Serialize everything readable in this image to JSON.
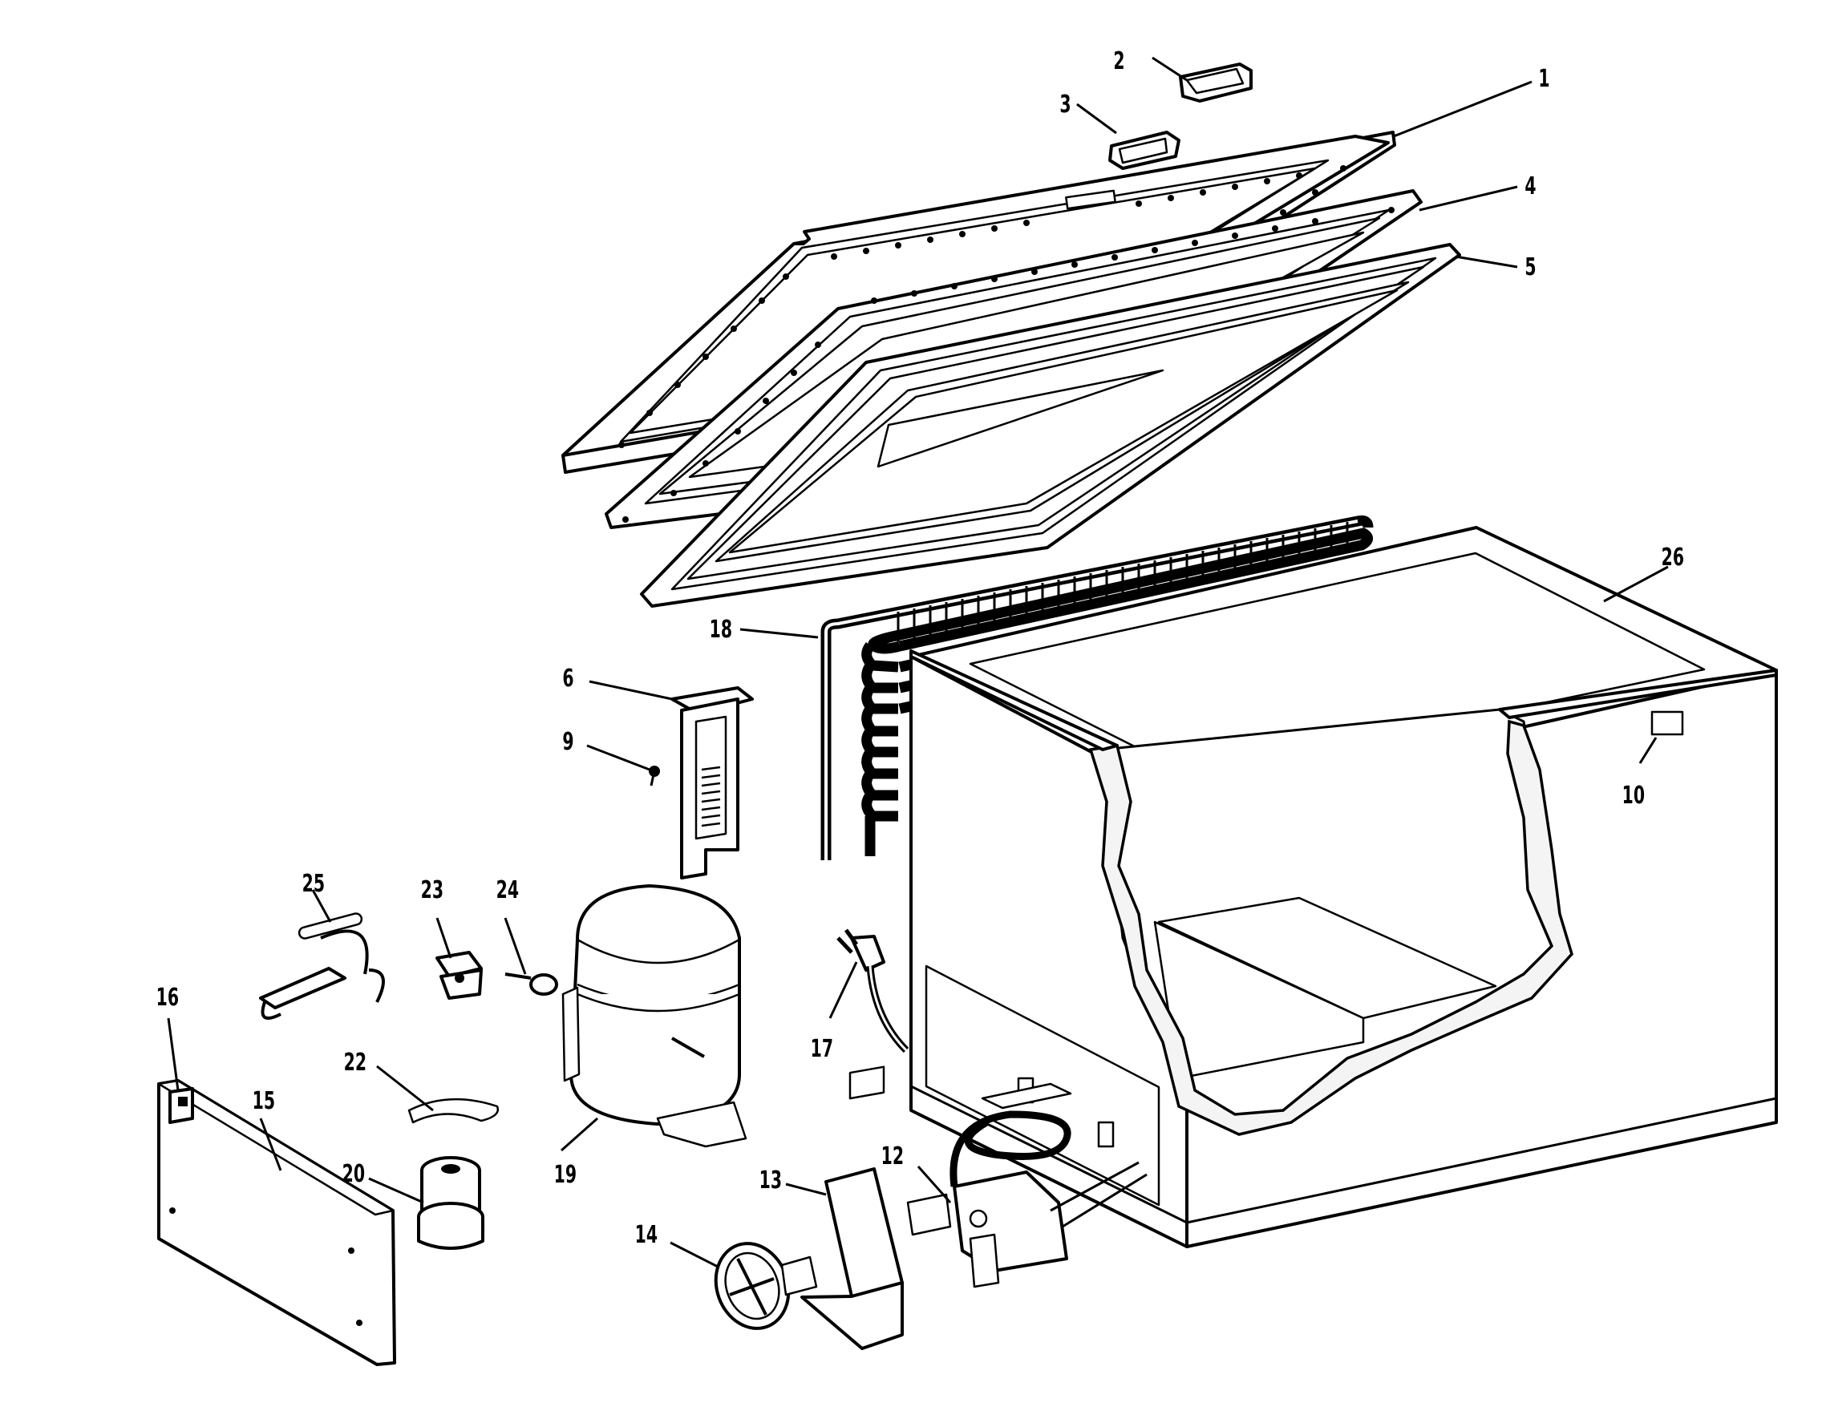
{
  "diagram": {
    "type": "exploded-parts-view",
    "callouts": [
      {
        "id": "1",
        "label": "1"
      },
      {
        "id": "2",
        "label": "2"
      },
      {
        "id": "3",
        "label": "3"
      },
      {
        "id": "4",
        "label": "4"
      },
      {
        "id": "5",
        "label": "5"
      },
      {
        "id": "6",
        "label": "6"
      },
      {
        "id": "9",
        "label": "9"
      },
      {
        "id": "10",
        "label": "10"
      },
      {
        "id": "12",
        "label": "12"
      },
      {
        "id": "13",
        "label": "13"
      },
      {
        "id": "14",
        "label": "14"
      },
      {
        "id": "15",
        "label": "15"
      },
      {
        "id": "16",
        "label": "16"
      },
      {
        "id": "17",
        "label": "17"
      },
      {
        "id": "18",
        "label": "18"
      },
      {
        "id": "19",
        "label": "19"
      },
      {
        "id": "20",
        "label": "20"
      },
      {
        "id": "22",
        "label": "22"
      },
      {
        "id": "23",
        "label": "23"
      },
      {
        "id": "24",
        "label": "24"
      },
      {
        "id": "25",
        "label": "25"
      },
      {
        "id": "26",
        "label": "26"
      }
    ],
    "colors": {
      "ink": "#000000",
      "paper": "#ffffff",
      "foam": "#f4f4f4"
    }
  }
}
